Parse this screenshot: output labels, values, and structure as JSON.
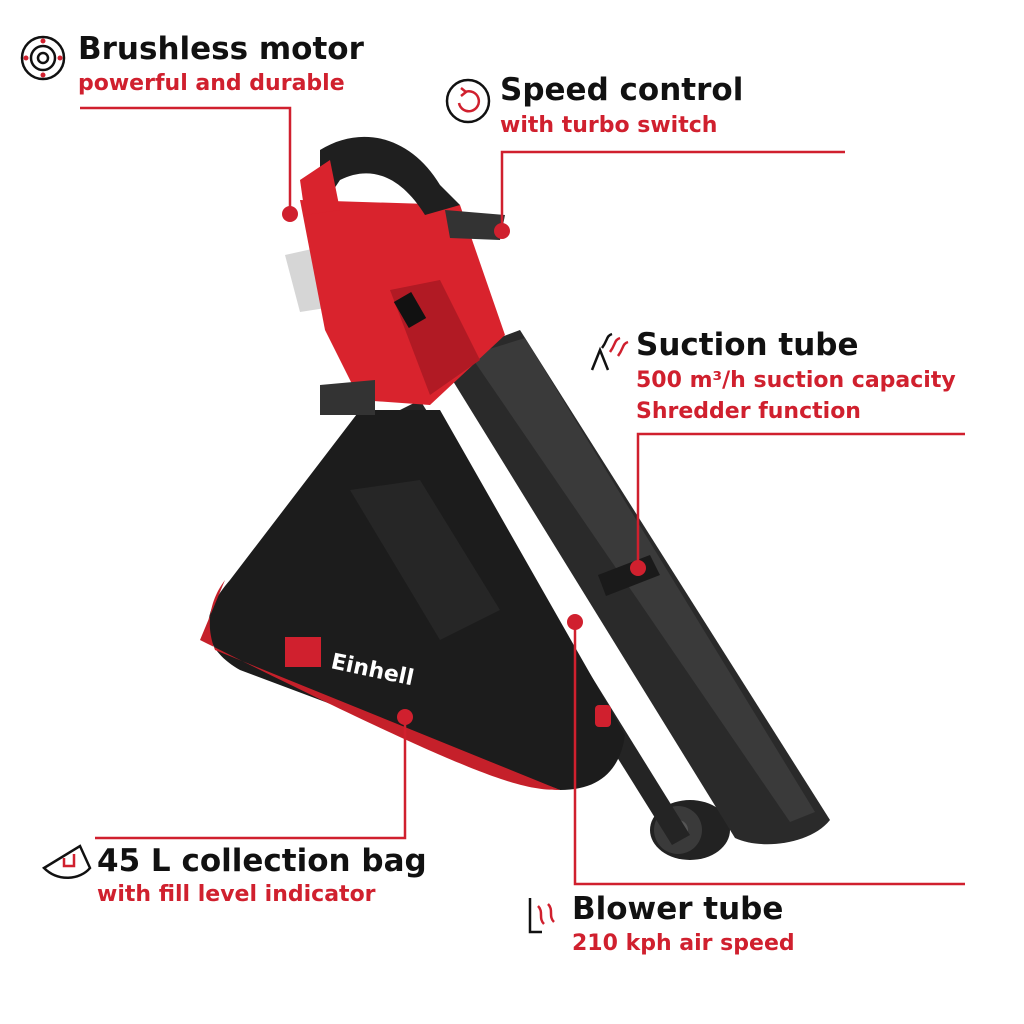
{
  "colors": {
    "accent": "#d0202e",
    "text": "#111111",
    "tool_red": "#d9232d",
    "tool_black": "#1d1d1d"
  },
  "brand": "Einhell",
  "features": {
    "brushless": {
      "title": "Brushless motor",
      "subtitle": "powerful and durable",
      "icon": "motor-icon"
    },
    "speed": {
      "title": "Speed control",
      "subtitle": "with turbo switch",
      "icon": "rotation-icon"
    },
    "suction": {
      "title": "Suction tube",
      "subtitle": "500 m³/h suction capacity",
      "subtitle2": "Shredder function",
      "icon": "suction-icon"
    },
    "bag": {
      "title": "45 L collection bag",
      "subtitle": "with fill level indicator",
      "icon": "bag-icon"
    },
    "blower": {
      "title": "Blower tube",
      "subtitle": "210 kph air speed",
      "icon": "airflow-icon"
    }
  }
}
